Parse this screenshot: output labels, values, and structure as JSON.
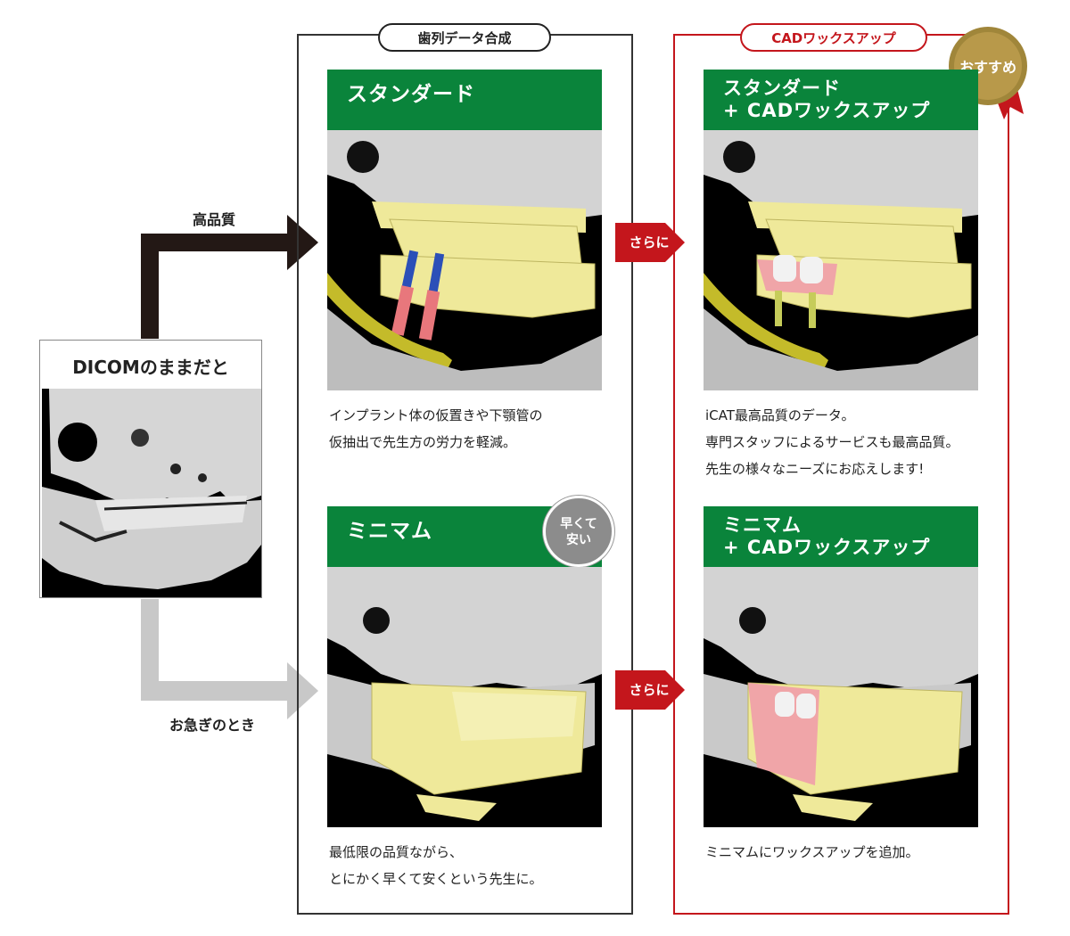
{
  "dicom": {
    "title": "DICOMのままだと"
  },
  "paths": {
    "upper_label": "高品質",
    "lower_label": "お急ぎのとき"
  },
  "section_left": {
    "tab_label": "歯列データ合成"
  },
  "section_right": {
    "tab_label": "CADワックスアップ",
    "medal_label": "おすすめ"
  },
  "cards": {
    "standard": {
      "title": "スタンダード",
      "desc_lines": [
        "インプラント体の仮置きや下顎管の",
        "仮抽出で先生方の労力を軽減。"
      ]
    },
    "minimum": {
      "title": "ミニマム",
      "badge_lines": [
        "早くて",
        "安い"
      ],
      "desc_lines": [
        "最低限の品質ながら、",
        "とにかく早くて安くという先生に。"
      ]
    },
    "standard_cad": {
      "title_lines": [
        "スタンダード",
        "+ CADワックスアップ"
      ],
      "desc_lines": [
        "iCAT最高品質のデータ。",
        "専門スタッフによるサービスも最高品質。",
        "先生の様々なニーズにお応えします!"
      ]
    },
    "minimum_cad": {
      "title_lines": [
        "ミニマム",
        "+ CADワックスアップ"
      ],
      "desc_lines": [
        "ミニマムにワックスアップを追加。"
      ]
    }
  },
  "sarani": {
    "label": "さらに"
  },
  "colors": {
    "green": "#0a843b",
    "red": "#c4161c",
    "dark_arrow": "#231815",
    "grey_arrow": "#c8c8c8",
    "bone": "#d9d9d9",
    "teeth_yellow": "#efe99a"
  }
}
